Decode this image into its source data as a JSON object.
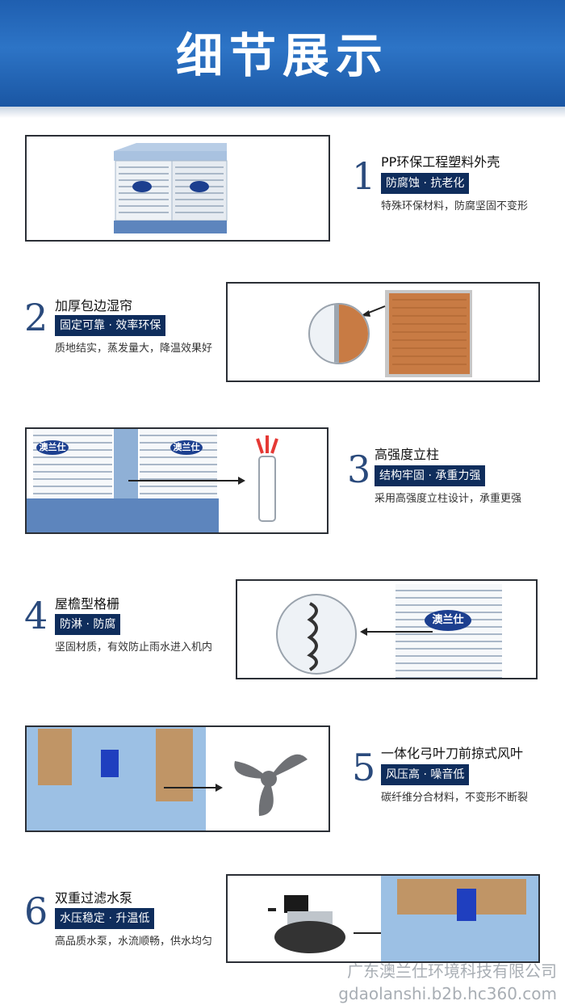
{
  "header": {
    "title": "细节展示"
  },
  "features": [
    {
      "number": "1",
      "title": "PP环保工程塑料外壳",
      "tag": "防腐蚀 · 抗老化",
      "desc": "特殊环保材料，防腐坚固不变形"
    },
    {
      "number": "2",
      "title": "加厚包边湿帘",
      "tag": "固定可靠 · 效率环保",
      "desc": "质地结实，蒸发量大，降温效果好"
    },
    {
      "number": "3",
      "title": "高强度立柱",
      "tag": "结构牢固 · 承重力强",
      "desc": "采用高强度立柱设计，承重更强"
    },
    {
      "number": "4",
      "title": "屋檐型格栅",
      "tag": "防淋 · 防腐",
      "desc": "坚固材质，有效防止雨水进入机内"
    },
    {
      "number": "5",
      "title": "一体化弓叶刀前掠式风叶",
      "tag": "风压高 · 噪音低",
      "desc": "碳纤维分合材料，不变形不断裂"
    },
    {
      "number": "6",
      "title": "双重过滤水泵",
      "tag": "水压稳定 · 升温低",
      "desc": "高品质水泵，水流顺畅，供水均匀"
    }
  ],
  "product_logo": "澳兰仕",
  "watermark": {
    "line1": "广东澳兰仕环境科技有限公司",
    "line2": "gdaolanshi.b2b.hc360.com"
  }
}
